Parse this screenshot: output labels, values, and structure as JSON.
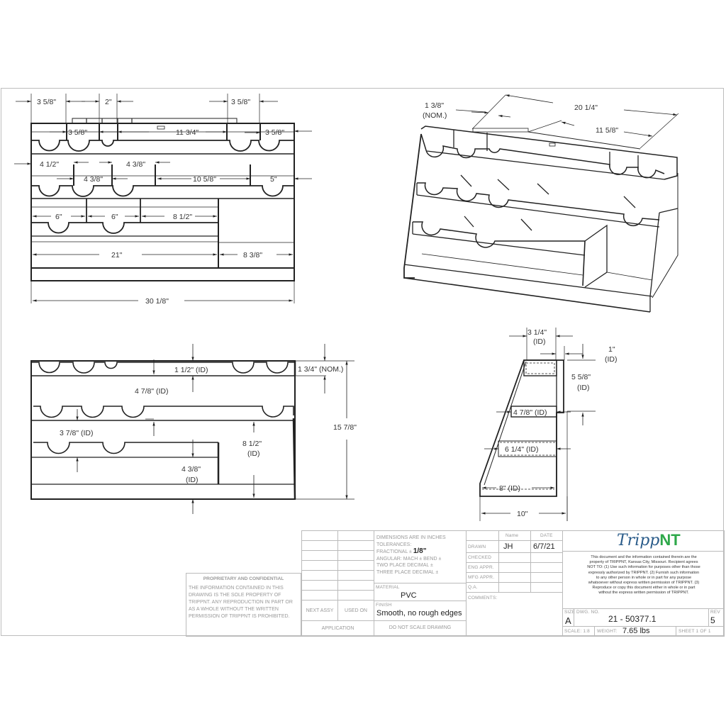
{
  "drawing": {
    "front_view": {
      "dims_top": [
        "3 5/8\"",
        "2\"",
        "3 5/8\""
      ],
      "dims_row1": [
        "3 5/8\"",
        "11 3/4\"",
        "3 5/8\""
      ],
      "dims_row2a": [
        "4 1/2\"",
        "4 3/8\""
      ],
      "dims_row2b": [
        "4 3/8\"",
        "10 5/8\"",
        "5\""
      ],
      "dims_row3": [
        "6\"",
        "6\"",
        "8 1/2\""
      ],
      "dims_row4": [
        "21\"",
        "8 3/8\""
      ],
      "overall_width": "30 1/8\""
    },
    "iso_view": {
      "dim_nom": "1 3/8\"",
      "dim_nom_note": "(NOM.)",
      "dim_length": "20 1/4\"",
      "dim_tray": "11 5/8\""
    },
    "side_section_view": {
      "dim_top_id": "1 1/2\" (ID)",
      "dim_top_nom": "1 3/4\" (NOM.)",
      "dim_row2_id": "4 7/8\" (ID)",
      "dim_row3_id": "3 7/8\" (ID)",
      "dim_lower_right": "8 1/2\"",
      "dim_lower_right_id": "(ID)",
      "dim_bottom": "4 3/8\"",
      "dim_bottom_id": "(ID)",
      "overall_height": "15 7/8\""
    },
    "end_view": {
      "dim_top_width": "3 1/4\"",
      "dim_top_width_id": "(ID)",
      "dim_1in": "1\"",
      "dim_1in_id": "(ID)",
      "dim_558": "5 5/8\"",
      "dim_558_id": "(ID)",
      "dim_478": "4 7/8\" (ID)",
      "dim_614": "6 1/4\" (ID)",
      "dim_8": "8\" (ID)",
      "dim_10": "10\""
    }
  },
  "title_block": {
    "proprietary": {
      "heading": "PROPRIETARY AND CONFIDENTIAL",
      "body": "THE INFORMATION CONTAINED IN THIS DRAWING IS THE SOLE PROPERTY OF TRIPPNT. ANY REPRODUCTION IN PART OR AS A WHOLE WITHOUT THE WRITTEN PERMISSION OF TRIPPNT IS PROHIBITED."
    },
    "next_assy": "NEXT ASSY",
    "used_on": "USED ON",
    "application": "APPLICATION",
    "tolerances": {
      "line1": "DIMENSIONS ARE IN INCHES",
      "line2": "TOLERANCES:",
      "line3": "FRACTIONAL ±",
      "fractional_value": "1/8\"",
      "line4": "ANGULAR: MACH ±    BEND ±",
      "line5": "TWO PLACE DECIMAL    ±",
      "line6": "THREE PLACE DECIMAL  ±"
    },
    "material_label": "MATERIAL",
    "material": "PVC",
    "finish_label": "FINISH",
    "finish": "Smooth, no rough edges",
    "do_not_scale": "DO NOT SCALE DRAWING",
    "approvals": {
      "col_name": "Name",
      "col_date": "DATE",
      "rows": [
        {
          "label": "DRAWN",
          "name": "JH",
          "date": "6/7/21"
        },
        {
          "label": "CHECKED",
          "name": "",
          "date": ""
        },
        {
          "label": "ENG APPR.",
          "name": "",
          "date": ""
        },
        {
          "label": "MFG APPR.",
          "name": "",
          "date": ""
        },
        {
          "label": "Q.A.",
          "name": "",
          "date": ""
        }
      ],
      "comments": "COMMENTS:"
    },
    "logo": {
      "main": "Tripp",
      "accent": "NT",
      "main_color": "#2b5c8a",
      "accent_color": "#2ea84a"
    },
    "notice": "This document and the information contained therein are the property of TRIPPNT, Kansas City, Missouri. Recipient agrees NOT TO: (1) Use such information for purposes other than those expressly authorized by TRIPPNT. (2) Furnish such information to any other person in whole or in part for any purpose whatsoever without express written permission of TRIPPNT. (3) Reproduce or copy this document either in whole or in part without the express written permission of TRIPPNT.",
    "size_label": "SIZE",
    "size": "A",
    "dwg_no_label": "DWG. NO.",
    "dwg_no": "21 - 50377.1",
    "rev_label": "REV",
    "rev": "5",
    "scale_label": "SCALE: 1:8",
    "weight_label": "WEIGHT:",
    "weight": "7.65 lbs",
    "sheet_label": "SHEET 1 OF 1"
  }
}
